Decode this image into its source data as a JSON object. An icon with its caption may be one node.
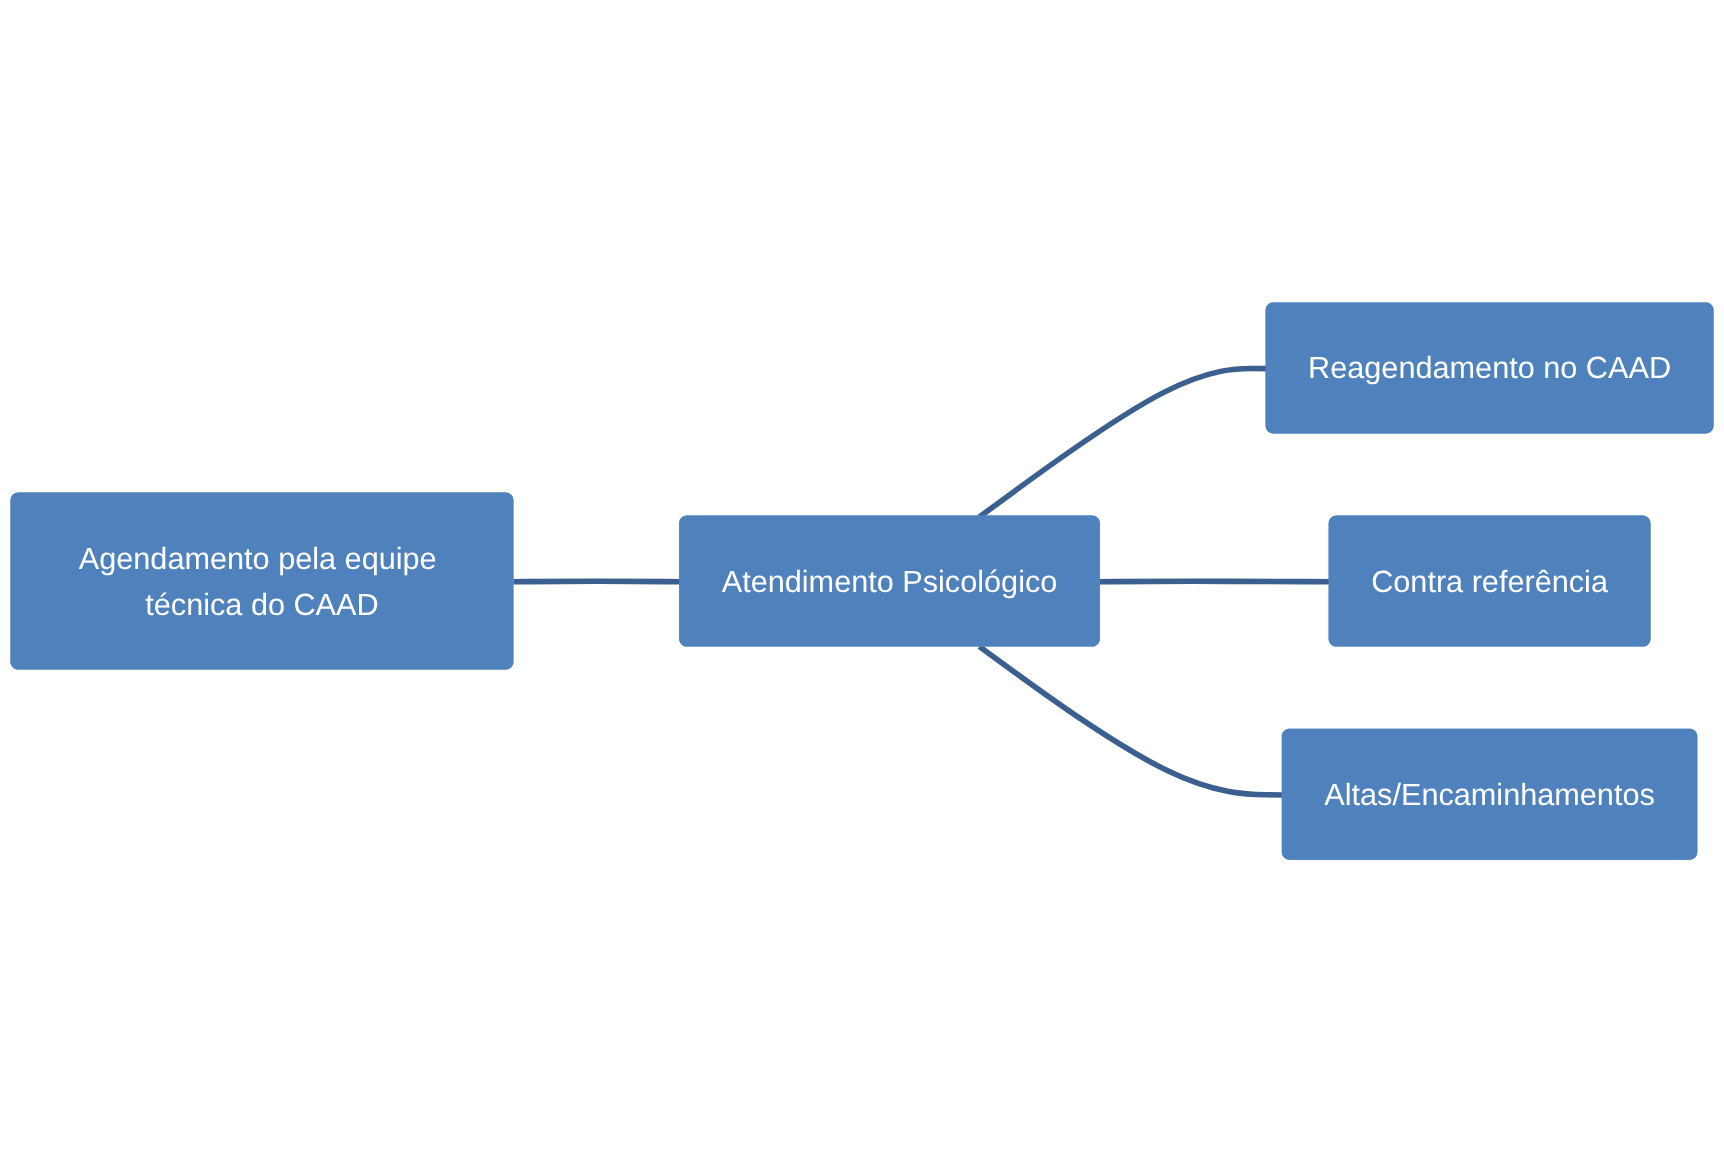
{
  "diagram": {
    "nodes": [
      {
        "text": [
          "Agendamento pela equipe técnica do CAAD"
        ]
      },
      {
        "text": [
          "Atendimento Psicológico"
        ]
      },
      {
        "text": [
          "Reagendamento no CAAD"
        ]
      },
      {
        "text": [
          "Contra referência"
        ]
      },
      {
        "text": [
          "Altas/Encaminhamentos"
        ]
      }
    ],
    "edges": [
      {
        "from": 0,
        "to": 1,
        "arrow": "none"
      },
      {
        "from": 1,
        "to": 2,
        "arrow": "none"
      },
      {
        "from": 1,
        "to": 3,
        "arrow": "none"
      },
      {
        "from": 1,
        "to": 4,
        "arrow": "none"
      }
    ]
  }
}
